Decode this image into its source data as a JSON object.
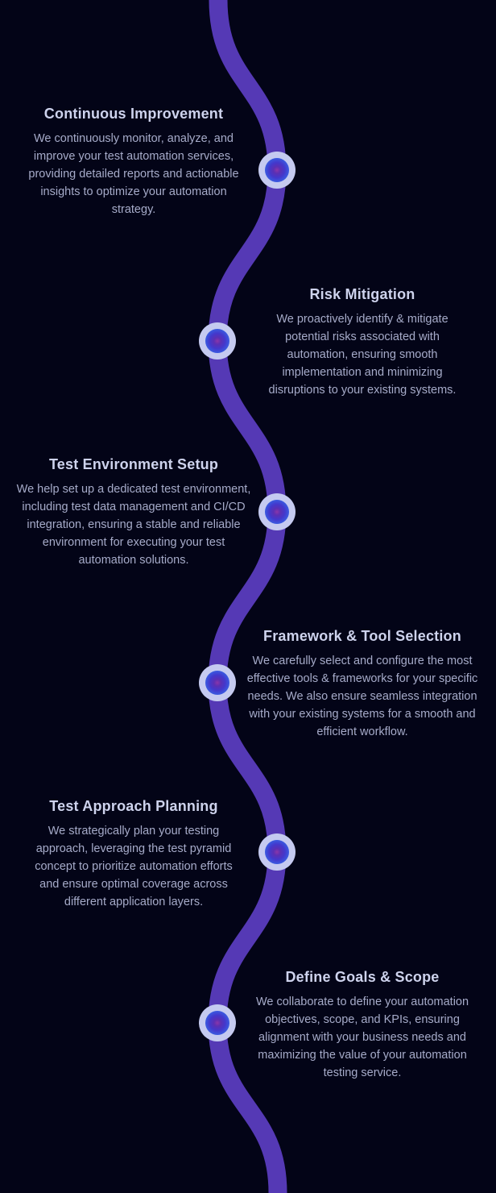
{
  "theme": {
    "background": "#030417",
    "curve": "#5539b5",
    "node_outer": "#c5caf0",
    "heading_text": "#ced3ed",
    "body_text": "#a6abc9",
    "node_core_blue": "#3f6eea",
    "node_core_purple": "#8a36aa"
  },
  "timeline": {
    "steps": [
      {
        "side": "left",
        "title": "Continuous Improvement",
        "lines": [
          "We continuously monitor, analyze, and",
          "improve your test automation services,",
          "providing detailed reports and actionable",
          "insights to optimize your automation",
          "strategy."
        ]
      },
      {
        "side": "right",
        "title": "Risk Mitigation",
        "lines": [
          "We proactively identify & mitigate",
          "potential risks associated with",
          "automation, ensuring smooth",
          "implementation and minimizing",
          "disruptions to your existing systems."
        ]
      },
      {
        "side": "left",
        "title": "Test Environment Setup",
        "lines": [
          "We help set up a dedicated test environment,",
          "including test data management and CI/CD",
          "integration, ensuring a stable and reliable",
          "environment for executing your test",
          "automation solutions."
        ]
      },
      {
        "side": "right",
        "title": "Framework & Tool Selection",
        "lines": [
          "We carefully select and configure the most",
          "effective tools & frameworks for your specific",
          "needs. We also ensure seamless integration",
          "with your existing systems for a smooth and",
          "efficient workflow."
        ]
      },
      {
        "side": "left",
        "title": "Test Approach Planning",
        "lines": [
          "We strategically plan your testing",
          "approach, leveraging the test pyramid",
          "concept to prioritize automation efforts",
          "and ensure optimal coverage across",
          "different application layers."
        ]
      },
      {
        "side": "right",
        "title": "Define Goals & Scope",
        "lines": [
          "We collaborate to define your automation",
          "objectives, scope, and KPIs, ensuring",
          "alignment with your business needs and",
          "maximizing the value of your automation",
          "testing service."
        ]
      }
    ]
  }
}
